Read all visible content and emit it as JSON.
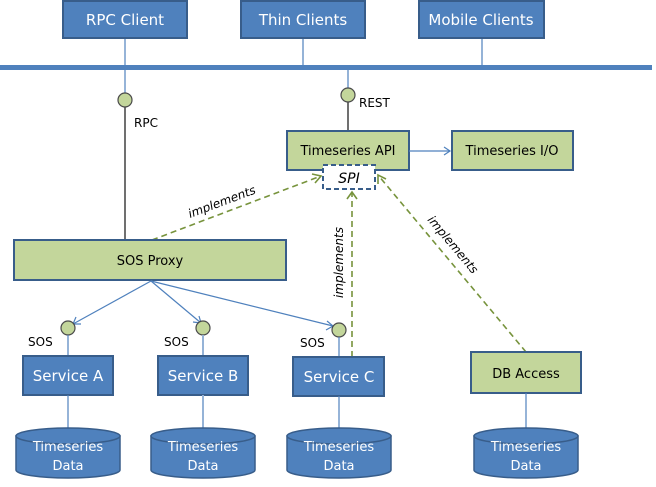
{
  "clients": [
    {
      "id": "rpc-client",
      "label": "RPC Client"
    },
    {
      "id": "thin-clients",
      "label": "Thin Clients"
    },
    {
      "id": "mobile-clients",
      "label": "Mobile Clients"
    }
  ],
  "interfaces": {
    "rpc": "RPC",
    "rest": "REST",
    "sos": "SOS",
    "spi": "SPI"
  },
  "components": {
    "timeseries_api": "Timeseries API",
    "timeseries_io": "Timeseries I/O",
    "sos_proxy": "SOS Proxy",
    "db_access": "DB Access"
  },
  "services": [
    {
      "id": "service-a",
      "label": "Service A"
    },
    {
      "id": "service-b",
      "label": "Service B"
    },
    {
      "id": "service-c",
      "label": "Service C"
    }
  ],
  "datastores": [
    {
      "line1": "Timeseries",
      "line2": "Data"
    },
    {
      "line1": "Timeseries",
      "line2": "Data"
    },
    {
      "line1": "Timeseries",
      "line2": "Data"
    },
    {
      "line1": "Timeseries",
      "line2": "Data"
    }
  ],
  "relations": {
    "implements": "implements"
  },
  "colors": {
    "client_box": "#4f81bd",
    "component_box": "#c3d69b",
    "border": "#385d8a",
    "implements_arrow": "#77933c"
  }
}
